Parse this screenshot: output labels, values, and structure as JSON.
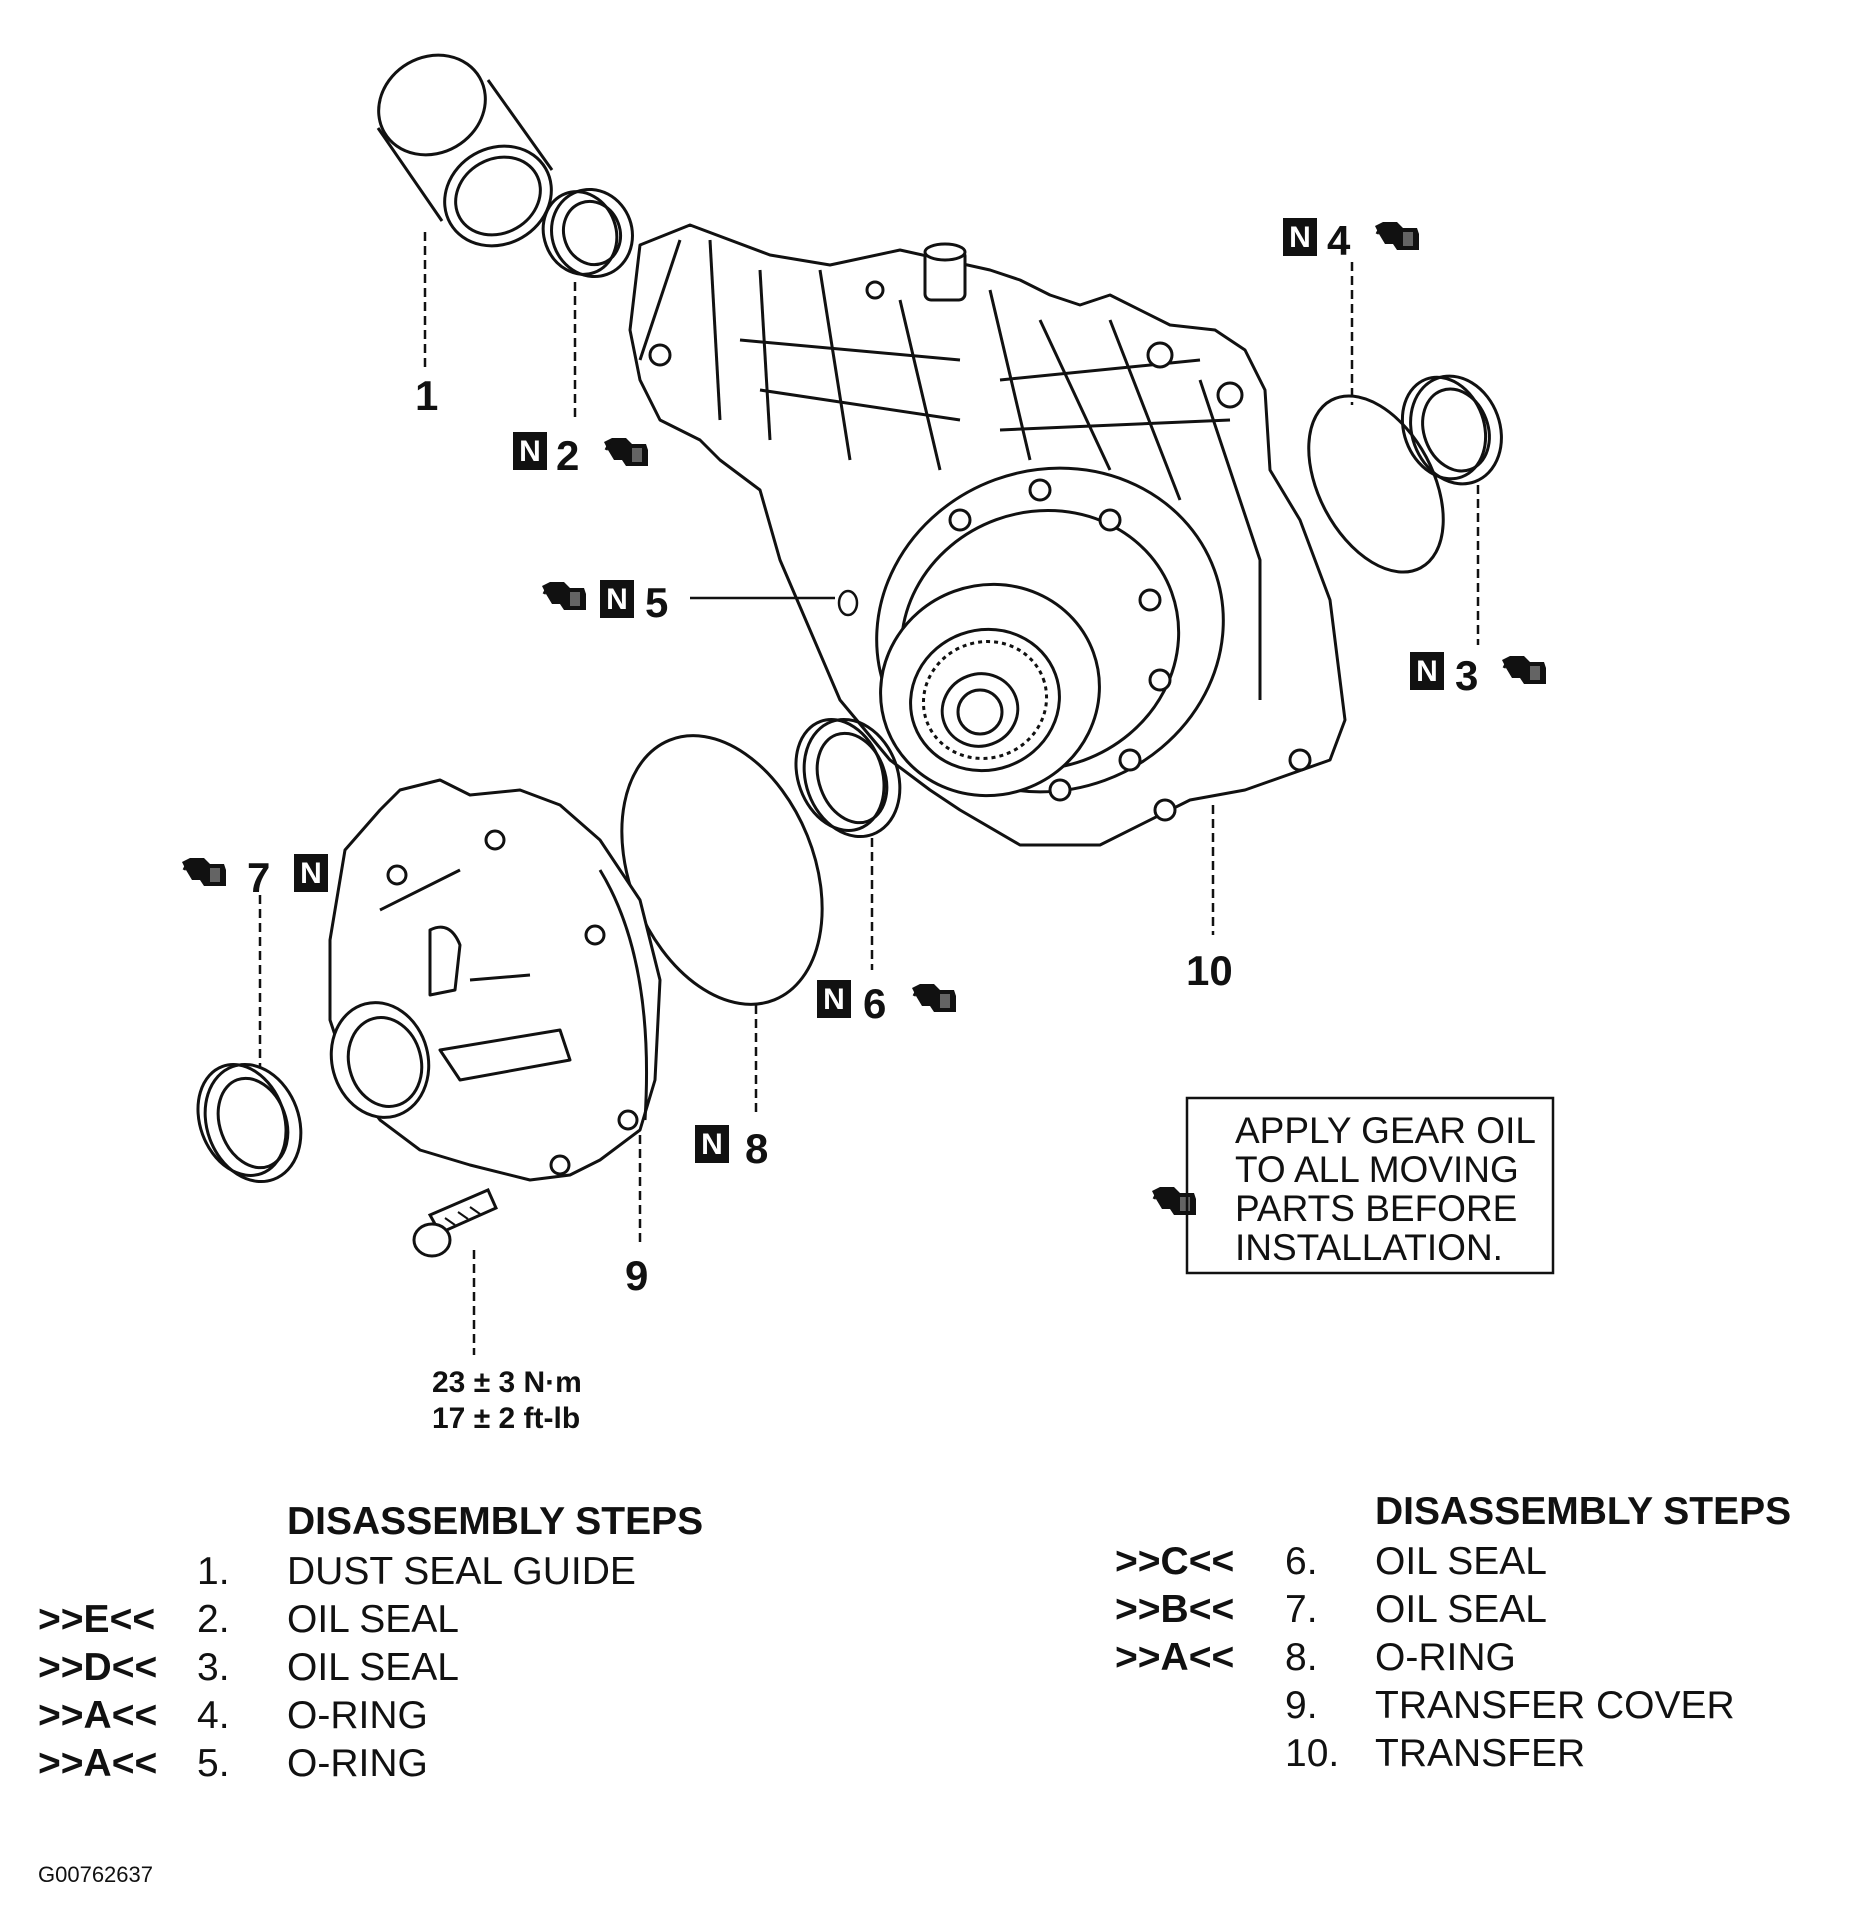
{
  "diagram": {
    "callouts": [
      {
        "id": "1",
        "label": "1"
      },
      {
        "id": "2",
        "label": "2"
      },
      {
        "id": "3",
        "label": "3"
      },
      {
        "id": "4",
        "label": "4"
      },
      {
        "id": "5",
        "label": "5"
      },
      {
        "id": "6",
        "label": "6"
      },
      {
        "id": "7",
        "label": "7"
      },
      {
        "id": "8",
        "label": "8"
      },
      {
        "id": "9",
        "label": "9"
      },
      {
        "id": "10",
        "label": "10"
      }
    ],
    "new_part_mark": "N",
    "torque": {
      "metric": "23 ± 3 N·m",
      "imperial": "17 ± 2 ft-lb"
    },
    "note_lines": [
      "APPLY GEAR OIL",
      "TO ALL MOVING",
      "PARTS BEFORE",
      "INSTALLATION."
    ],
    "icons": {
      "oil_can": "oil-can-icon",
      "new_part": "new-part-n-icon"
    }
  },
  "steps_left": {
    "heading": "DISASSEMBLY STEPS",
    "items": [
      {
        "ref": "",
        "num": "1.",
        "label": "DUST SEAL GUIDE"
      },
      {
        "ref": ">>E<<",
        "num": "2.",
        "label": "OIL SEAL"
      },
      {
        "ref": ">>D<<",
        "num": "3.",
        "label": "OIL SEAL"
      },
      {
        "ref": ">>A<<",
        "num": "4.",
        "label": "O-RING"
      },
      {
        "ref": ">>A<<",
        "num": "5.",
        "label": "O-RING"
      }
    ]
  },
  "steps_right": {
    "heading": "DISASSEMBLY STEPS",
    "items": [
      {
        "ref": ">>C<<",
        "num": "6.",
        "label": "OIL SEAL"
      },
      {
        "ref": ">>B<<",
        "num": "7.",
        "label": "OIL SEAL"
      },
      {
        "ref": ">>A<<",
        "num": "8.",
        "label": "O-RING"
      },
      {
        "ref": "",
        "num": "9.",
        "label": "TRANSFER COVER"
      },
      {
        "ref": "",
        "num": "10.",
        "label": "TRANSFER"
      }
    ]
  },
  "figure_id": "G00762637"
}
